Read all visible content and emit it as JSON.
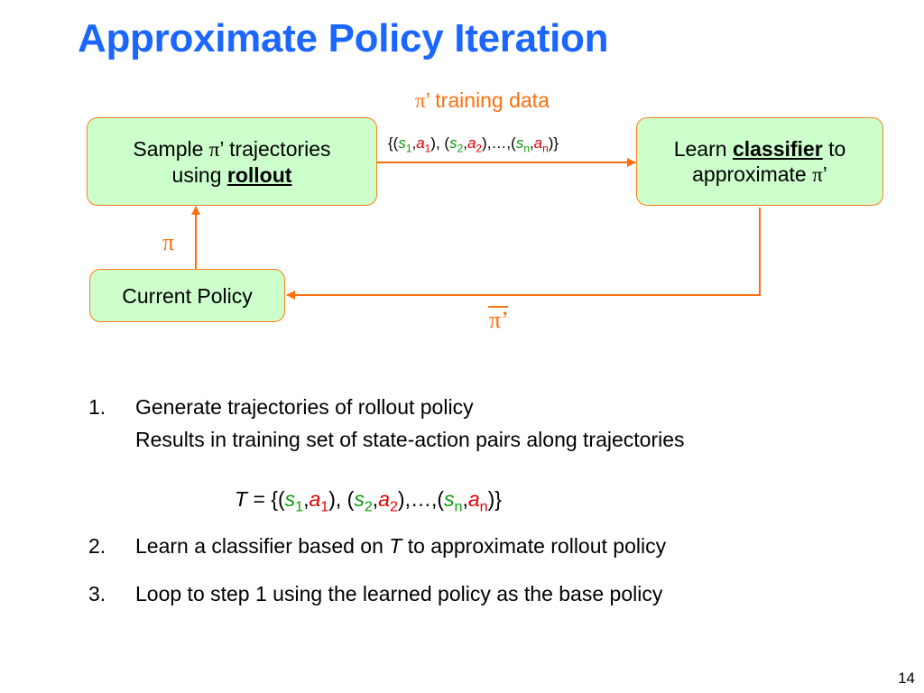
{
  "slide": {
    "title": "Approximate Policy Iteration",
    "page_number": "14"
  },
  "diagram": {
    "training_label": "’ training data",
    "pi_symbol": "π",
    "pi_prime_suffix": "’",
    "sample_box": {
      "line1_prefix": "Sample ",
      "line1_suffix": "’ trajectories",
      "line2_prefix": "using ",
      "line2_bold": "rollout"
    },
    "learn_box": {
      "line1_prefix": "Learn ",
      "line1_bold": "classifier",
      "line1_suffix": " to",
      "line2_prefix": "approximate ",
      "line2_suffix": "’"
    },
    "current_box": {
      "label": "Current Policy"
    },
    "arrow_label_pi": "π",
    "arrow_label_pi_bar": "π’"
  },
  "set_notation": {
    "open": "{(",
    "s": "s",
    "a": "a",
    "sub1": "1",
    "sub2": "2",
    "subn": "n",
    "comma": ",",
    "mid": "), (",
    "ellipsis": "),…,(",
    "close": ")}"
  },
  "steps": [
    {
      "num": "1.",
      "text": "Generate trajectories of rollout policy",
      "detail": "Results in training set of state-action pairs along trajectories"
    },
    {
      "num": "2.",
      "text_prefix": "Learn a classifier based on ",
      "var": "T",
      "text_suffix": " to approximate rollout policy"
    },
    {
      "num": "3.",
      "text": "Loop to step 1 using the learned policy as the base policy"
    }
  ],
  "formula": {
    "var": "T",
    "eq": " = "
  },
  "colors": {
    "title": "#1a66ff",
    "accent": "#ff6f0f",
    "box_fill": "#ccffcc",
    "state": "#0a9a0a",
    "action": "#e00000"
  }
}
